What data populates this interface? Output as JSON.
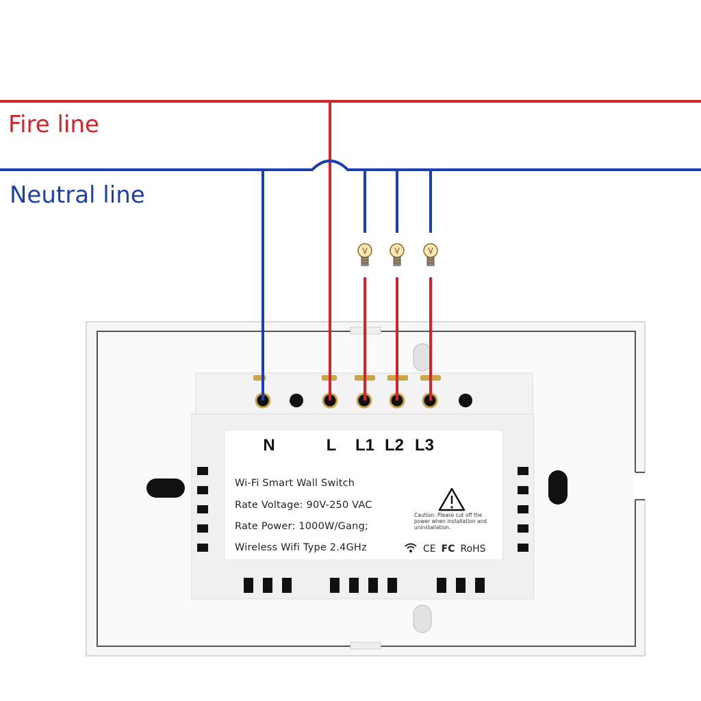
{
  "lines": {
    "fire": "Fire line",
    "neutral": "Neutral line"
  },
  "terminals": [
    "N",
    "L",
    "L1",
    "L2",
    "L3"
  ],
  "label": {
    "title": "Wi-Fi Smart Wall Switch",
    "voltage": "Rate Voltage: 90V-250 VAC",
    "power": "Rate Power: 1000W/Gang;",
    "wireless": "Wireless Wifi Type 2.4GHz",
    "caution": "Caution: Please cut off the power when installation and uninstallation.",
    "cert_ce": "CE",
    "cert_fc": "FC",
    "cert_rohs": "RoHS"
  },
  "icons": [
    "warning-triangle-icon",
    "wifi-icon",
    "light-bulb-icon"
  ],
  "colors": {
    "fire": "#d0262b",
    "neutral": "#1c3fb0"
  }
}
